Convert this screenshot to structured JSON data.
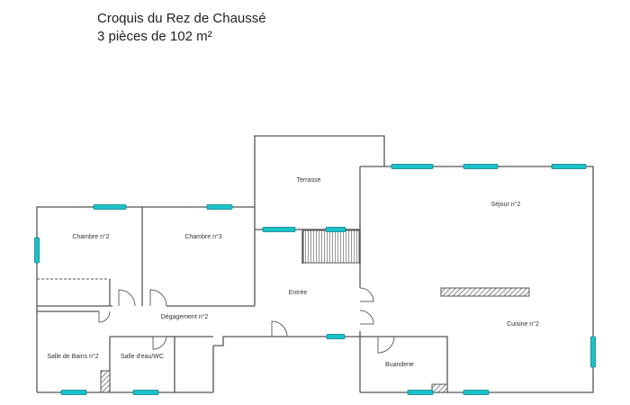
{
  "header": {
    "title": "Croquis du Rez de Chaussé",
    "subtitle": "3 pièces de 102 m²"
  },
  "rooms": {
    "terrasse": "Terrasse",
    "sejour": "Séjour n°2",
    "chambre_a": "Chambre n°2",
    "chambre_b": "Chambre n°3",
    "entree": "Entrée",
    "degagement": "Dégagement n°2",
    "cuisine": "Cuisine n°2",
    "salle_bains": "Salle de Bains n°2",
    "salle_eau": "Salle d'eau/WC",
    "buanderie": "Buanderie"
  },
  "colors": {
    "window": "#19c3c9",
    "wall": "#555555"
  }
}
